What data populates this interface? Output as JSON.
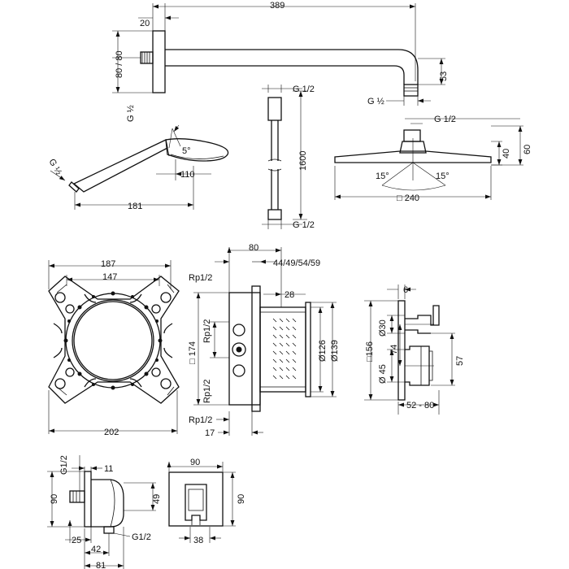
{
  "dims": {
    "arm_flange": "20",
    "arm_length": "389",
    "arm_height": "80 / 80",
    "arm_thread": "G ½",
    "arm_drop": "53",
    "arm_outlet": "G ½",
    "hs_angle": "5°",
    "hs_thread": "G ½",
    "hs_head": "110",
    "hs_length": "181",
    "hose_top": "G 1/2",
    "hose_len": "1600",
    "hose_bot": "G 1/2",
    "oh_thread": "G 1/2",
    "oh_40": "40",
    "oh_60": "60",
    "oh_ang_l": "15°",
    "oh_ang_r": "15°",
    "oh_size": "□ 240",
    "box_w147": "147",
    "box_w187": "187",
    "box_w202": "202",
    "sv_80": "80",
    "sv_rp_top": "Rp1/2",
    "sv_44": "44/49/54/59",
    "sv_28": "28",
    "sv_174": "□ 174",
    "sv_126": "Ø126",
    "sv_139": "Ø139",
    "sv_rp_mid1": "Rp1/2",
    "sv_rp_mid2": "Rp1/2",
    "sv_rp_bot": "Rp1/2",
    "sv_17": "17",
    "tr_6": "6",
    "tr_156": "□156",
    "tr_30": "Ø30",
    "tr_74": "74",
    "tr_45": "Ø 45",
    "tr_57": "57",
    "tr_5280": "52 - 80",
    "wo_g": "G1/2",
    "wo_11": "11",
    "wo_90": "90",
    "wo_49": "49",
    "wo_25": "25",
    "wo_42": "42",
    "wo_81": "81",
    "wo_g2": "G1/2",
    "wof_90t": "90",
    "wof_90r": "90",
    "wof_38": "38"
  }
}
